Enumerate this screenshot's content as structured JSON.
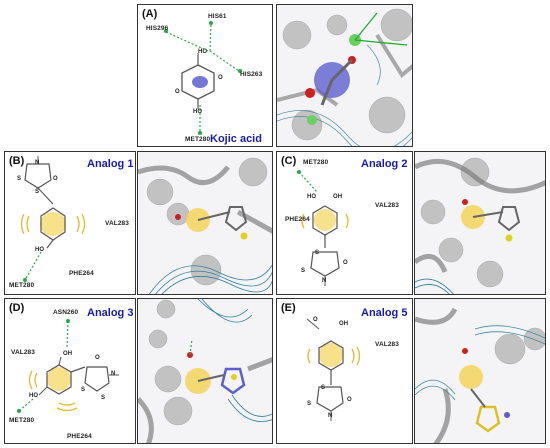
{
  "panels": {
    "A": {
      "label": "(A)",
      "title": "Kojic acid",
      "residues": {
        "his296": "HIS296",
        "his61": "HIS61",
        "his263": "HIS263",
        "met280": "MET280"
      },
      "atoms": {
        "ho": "HO",
        "o1": "O",
        "o2": "O",
        "ho2": "HO"
      }
    },
    "B": {
      "label": "(B)",
      "title": "Analog 1",
      "residues": {
        "val283": "VAL283",
        "met280": "MET280",
        "phe264": "PHE264"
      },
      "atoms": {
        "s1": "S",
        "s2": "S",
        "n": "N",
        "o": "O",
        "ho": "HO"
      }
    },
    "C": {
      "label": "(C)",
      "title": "Analog 2",
      "residues": {
        "met280": "MET280",
        "phe264": "PHE264",
        "val283": "VAL283"
      },
      "atoms": {
        "ho": "HO",
        "oh": "OH",
        "s1": "S",
        "s2": "S",
        "n": "N",
        "o": "O"
      }
    },
    "D": {
      "label": "(D)",
      "title": "Analog 3",
      "residues": {
        "asn260": "ASN260",
        "val283": "VAL283",
        "met280": "MET280",
        "phe264": "PHE264"
      },
      "atoms": {
        "oh": "OH",
        "ho": "HO",
        "o": "O",
        "n": "N",
        "s1": "S",
        "s2": "S"
      }
    },
    "E": {
      "label": "(E)",
      "title": "Analog 5",
      "residues": {
        "val283": "VAL283"
      },
      "atoms": {
        "o1": "O",
        "oh": "OH",
        "s1": "S",
        "s2": "S",
        "n": "N",
        "o2": "O"
      }
    }
  },
  "colors": {
    "title": "#1a1aa8",
    "hbond": "#2aa84a",
    "ring_highlight": "#f3d45a",
    "kojic_ring": "#5d5fd0",
    "ribbon": "#2f7f9b",
    "sphere": "#8a8a8a"
  }
}
